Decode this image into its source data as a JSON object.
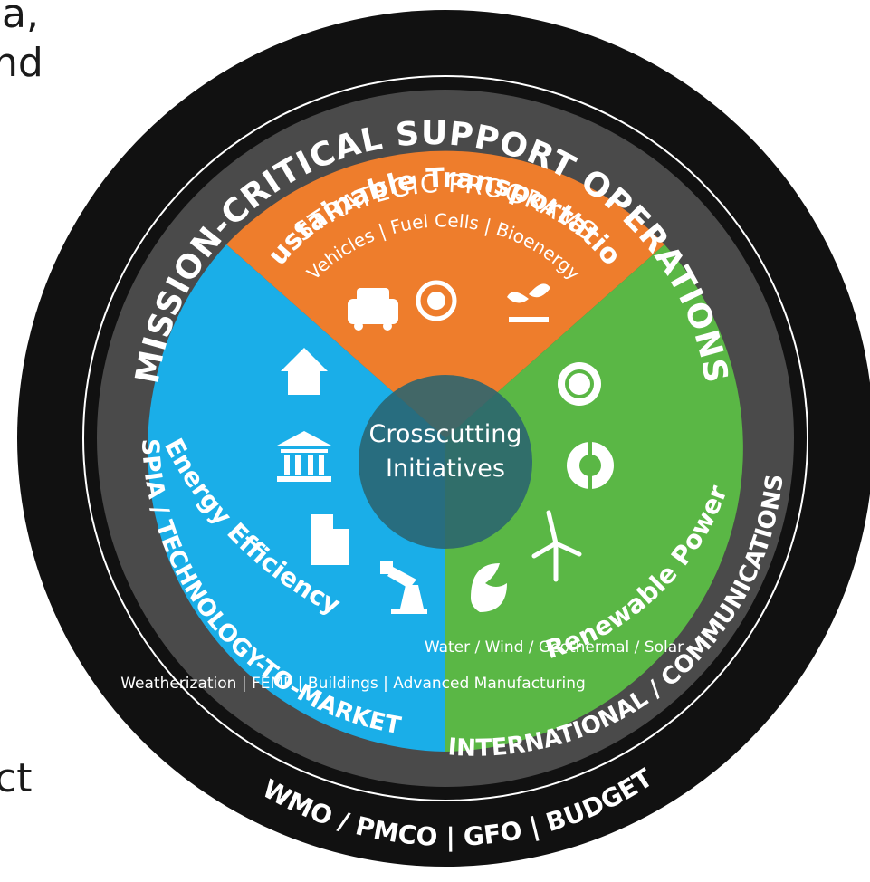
{
  "left_text_fragments": [
    "a,",
    "nd",
    "ct"
  ],
  "rings": {
    "outer_top": "MISSION-CRITICAL SUPPORT OPERATIONS",
    "outer_left": "SPIA  /  TECHNOLOGY-TO-MARKET",
    "outer_bottom": "WMO  /  PMCO  |  GFO  |  BUDGET",
    "outer_right": "INTERNATIONAL  /  COMMUNICATIONS",
    "inner_top": "STRATEGIC PROGRAMS"
  },
  "segments": {
    "top": {
      "title": "Sustainable Transportation",
      "subtitle": "Vehicles | Fuel Cells | Bioenergy",
      "color": "#ee7d2c",
      "icons": [
        "car-icon",
        "hydrogen-icon",
        "plant-icon"
      ]
    },
    "left": {
      "title": "Energy Efficiency",
      "subtitle": "Weatherization | FEMP | Buildings | Advanced Manufacturing",
      "color": "#1aaee8",
      "icons": [
        "house-icon",
        "government-building-icon",
        "office-building-icon",
        "manufacturing-robot-icon"
      ]
    },
    "right": {
      "title": "Renewable Power",
      "subtitle": "Water / Wind / Geothermal / Solar",
      "color": "#5ab745",
      "icons": [
        "sun-icon",
        "geothermal-globe-icon",
        "wind-turbine-icon",
        "water-wave-icon"
      ]
    }
  },
  "center": {
    "line1": "Crosscutting",
    "line2": "Initiatives"
  },
  "colors": {
    "outer_ring": "#111111",
    "inner_ring": "#4a4a4a",
    "ring_line": "#ffffff",
    "hub": "#2a6470"
  }
}
